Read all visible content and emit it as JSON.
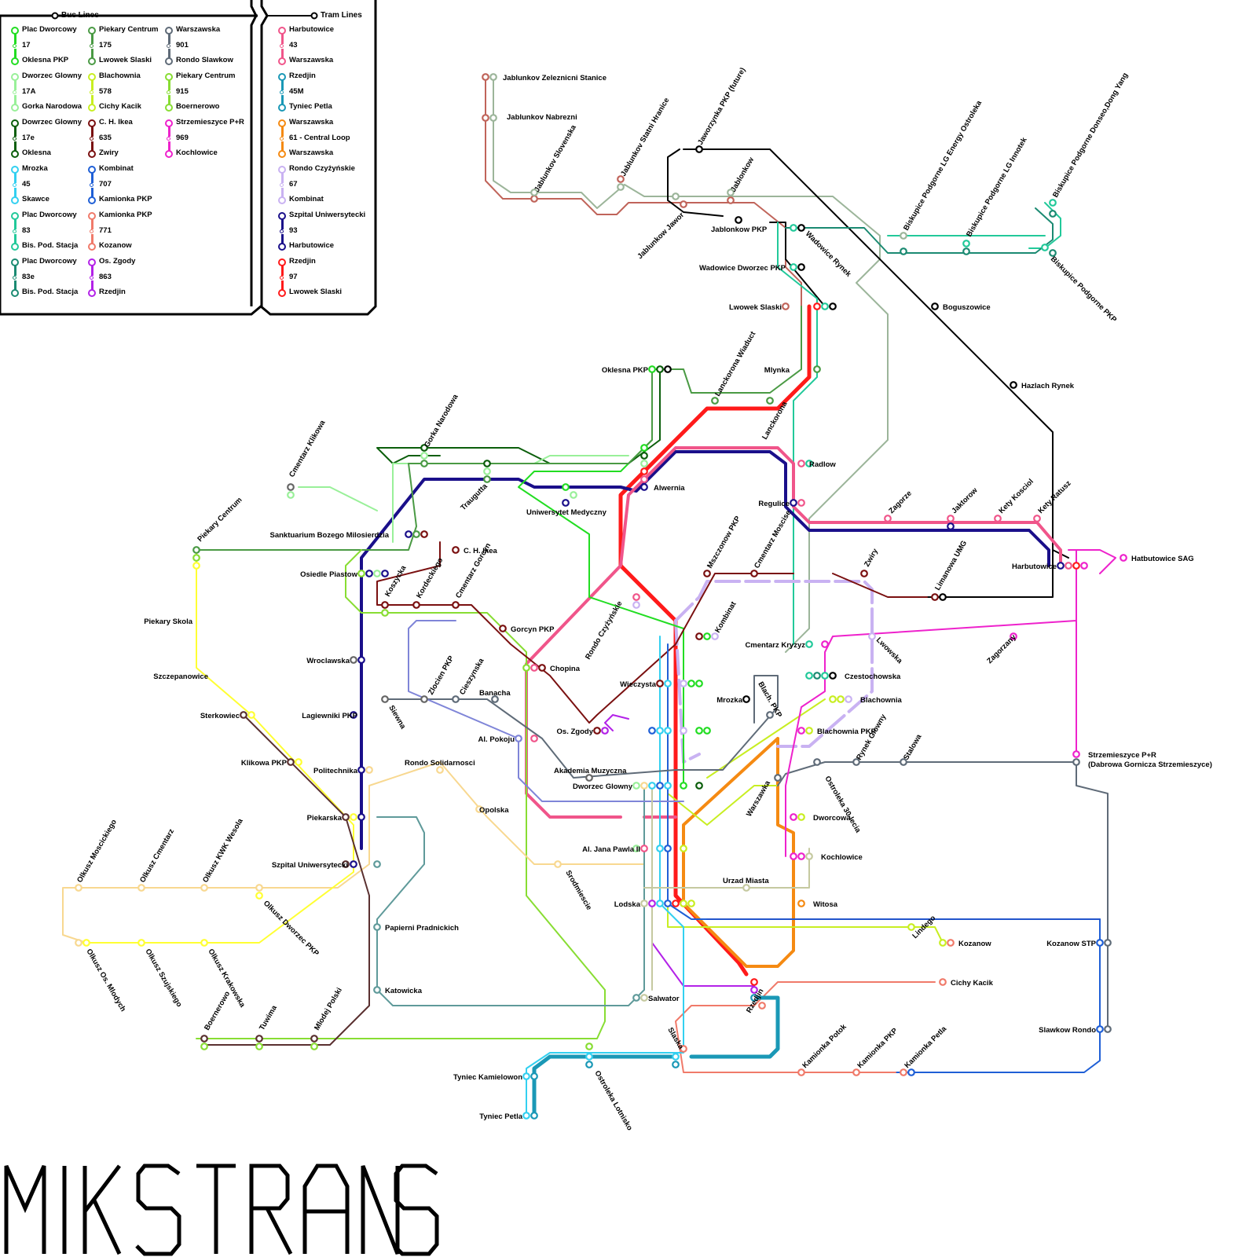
{
  "legend": {
    "bus_title": "Bus Lines",
    "tram_title": "Tram Lines",
    "bus_lines": [
      {
        "from": "Plac Dworcowy",
        "number": "17",
        "to": "Oklesna PKP",
        "color": "#22dd22"
      },
      {
        "from": "Dworzec Glowny",
        "number": "17A",
        "to": "Gorka Narodowa",
        "color": "#99f099"
      },
      {
        "from": "Dowrzec Glowny",
        "number": "17e",
        "to": "Oklesna",
        "color": "#0b5e0b"
      },
      {
        "from": "Mrozka",
        "number": "45",
        "to": "Skawce",
        "color": "#33d0f0"
      },
      {
        "from": "Plac Dworcowy",
        "number": "83",
        "to": "Bis. Pod. Stacja",
        "color": "#22c99a"
      },
      {
        "from": "Plac Dworcowy",
        "number": "83e",
        "to": "Bis. Pod. Stacja",
        "color": "#1b8a72"
      },
      {
        "from": "Piekary Centrum",
        "number": "175",
        "to": "Lwowek Slaski",
        "color": "#4a9a44"
      },
      {
        "from": "Blachownia",
        "number": "578",
        "to": "Cichy Kacik",
        "color": "#c8ee22"
      },
      {
        "from": "C. H. Ikea",
        "number": "635",
        "to": "Zwiry",
        "color": "#7a1010"
      },
      {
        "from": "Kombinat",
        "number": "707",
        "to": "Kamionka PKP",
        "color": "#1f5fd6"
      },
      {
        "from": "Kamionka PKP",
        "number": "771",
        "to": "Kozanow",
        "color": "#f07a6a"
      },
      {
        "from": "Os. Zgody",
        "number": "863",
        "to": "Rzedjin",
        "color": "#b322e8"
      },
      {
        "from": "Warszawska",
        "number": "901",
        "to": "Rondo Slawkow",
        "color": "#5f6b78"
      },
      {
        "from": "Piekary Centrum",
        "number": "915",
        "to": "Boernerowo",
        "color": "#88dd33"
      },
      {
        "from": "Strzemieszyce P+R",
        "number": "969",
        "to": "Kochlowice",
        "color": "#ee22cc"
      }
    ],
    "tram_lines": [
      {
        "from": "Harbutowice",
        "number": "43",
        "to": "Warszawska",
        "color": "#f0558a"
      },
      {
        "from": "Rzedjin",
        "number": "45M",
        "to": "Tyniec Petla",
        "color": "#1a98b6"
      },
      {
        "from": "Warszawska",
        "number": "61 - Central Loop",
        "to": "Warszawska",
        "color": "#f58a12"
      },
      {
        "from": "Rondo Czyżyńskie",
        "number": "67",
        "to": "Kombinat",
        "color": "#c9b2f2"
      },
      {
        "from": "Szpital Uniwersytecki",
        "number": "93",
        "to": "Harbutowice",
        "color": "#1a0f8a"
      },
      {
        "from": "Rzedjin",
        "number": "97",
        "to": "Lwowek Slaski",
        "color": "#ff1a1a"
      }
    ]
  },
  "map_extra_lines": {
    "jablunkov": "#c0645a",
    "gray_green": "#9cb59a",
    "black": "#000000",
    "tan": "#f8d890",
    "yellow": "#ffff33",
    "brown": "#5a3030",
    "teal_gray": "#5f9a9a",
    "periwinkle": "#7f85d8",
    "gray": "#666666",
    "olive": "#c5c9a0",
    "blue_dark": "#2255cc"
  },
  "stations": [
    "Jablunkov Zeleznicni Stanice",
    "Jablunkov Nabrezni",
    "Jablunkov Slovenska",
    "Jablunkov Statni Hranice",
    "Jablunkow Jawor",
    "Jaworzynka PKP (future)",
    "Jablonkow",
    "Jablonkow PKP",
    "Wadowice Rynek",
    "Wadowice Dworzec PKP",
    "Lwowek Slaski",
    "Biskupice Podgorne LG Energy Ostroleka",
    "Biskupice Podgorne LG Innotek",
    "Biskupice Podgorne Donseo,Dong Yang",
    "Biskupice Podgorne PKP",
    "Boguszowice",
    "Hazlach Rynek",
    "Mlynka",
    "Lanckorona Wiaduct",
    "Lanckorona",
    "Oklesna PKP",
    "Gorka Narodowa",
    "Cmentarz Klikowa",
    "Traugutta",
    "Uniwersytet Medyczny",
    "Alwernia",
    "Radlow",
    "Regulice",
    "Zagorze",
    "Jaktorow",
    "Kety Kosciol",
    "Kety Ratusz",
    "Harbutowice",
    "Hatbutowice SAG",
    "Sanktuarium Bozego Milosierdzia",
    "Piekary Centrum",
    "C. H. Ikea",
    "Osiedle Piastow",
    "Koszycka",
    "Kordeckiego",
    "Cmentarz Gorcyn",
    "Mszczonow PKP",
    "Cmentarz Moscise",
    "Zwiry",
    "Limanowa UMG",
    "Gorcyn PKP",
    "Piekary Skola",
    "Rondo Czyżyńskie",
    "Kombinat",
    "Cmentarz Kryzyz",
    "Lwowska",
    "Zagorzany",
    "Wroclawska",
    "Chopina",
    "Wieczysta",
    "Czestochowska",
    "Szczepanowice",
    "Zlocien PKP",
    "Cieszynska",
    "Banacha",
    "Siewna",
    "Mrozka",
    "Blach. PKP",
    "Blachownia",
    "Sterkowiec",
    "Lagiewniki PKP",
    "Al. Pokoju",
    "Os. Zgody",
    "Blachownia PKP",
    "Rynek Glowny",
    "Stalowa",
    "Strzemieszyce P+R",
    "(Dabrowa Gornicza Strzemieszyce)",
    "Klikowa PKP",
    "Politechnika",
    "Rondo Solidarnosci",
    "Akademia Muzyczna",
    "Dworzec Glowny",
    "Warszawka",
    "Ostroleka 30-lecia",
    "Opolska",
    "Piekarska",
    "Dworcowa",
    "Al. Jana Pawla II",
    "Kochlowice",
    "Szpital Uniwersytecki",
    "Srodmiescie",
    "Urzad Miasta",
    "Olkusz Moscickiego",
    "Olkusz Cmentarz",
    "Olkusz KWK Wesola",
    "Olkusz Dworzec PKP",
    "Lodska",
    "Witosa",
    "Papierni Pradnickich",
    "Lindego",
    "Kozanow",
    "Kozanow STP",
    "Olkusz Os. Mlodych",
    "Olkusz Szujskiego",
    "Olkusz Krakowska",
    "Katowicka",
    "Cichy Kacik",
    "Salwator",
    "Rzedjin",
    "Boernerowo",
    "Tuwima",
    "Mlodej Polski",
    "Slaska",
    "Slawkow Rondo",
    "Kamionka Potok",
    "Kamionka PKP",
    "Kamionka Petla",
    "Tyniec Kamielowon",
    "Ostroleka Lotnisko",
    "Tyniec Petla"
  ],
  "brand": {
    "name": "MIKSTRANS"
  }
}
